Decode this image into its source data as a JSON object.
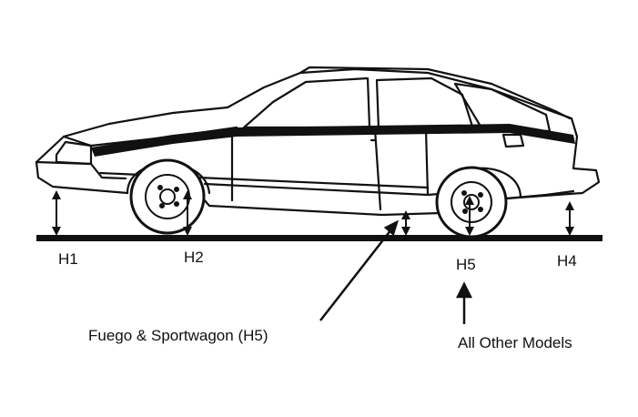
{
  "labels": {
    "h1": "H1",
    "h2": "H2",
    "h5": "H5",
    "h4": "H4",
    "fuego": "Fuego & Sportwagon (H5)",
    "others": "All Other Models"
  },
  "colors": {
    "ink": "#111111",
    "background": "#ffffff"
  }
}
